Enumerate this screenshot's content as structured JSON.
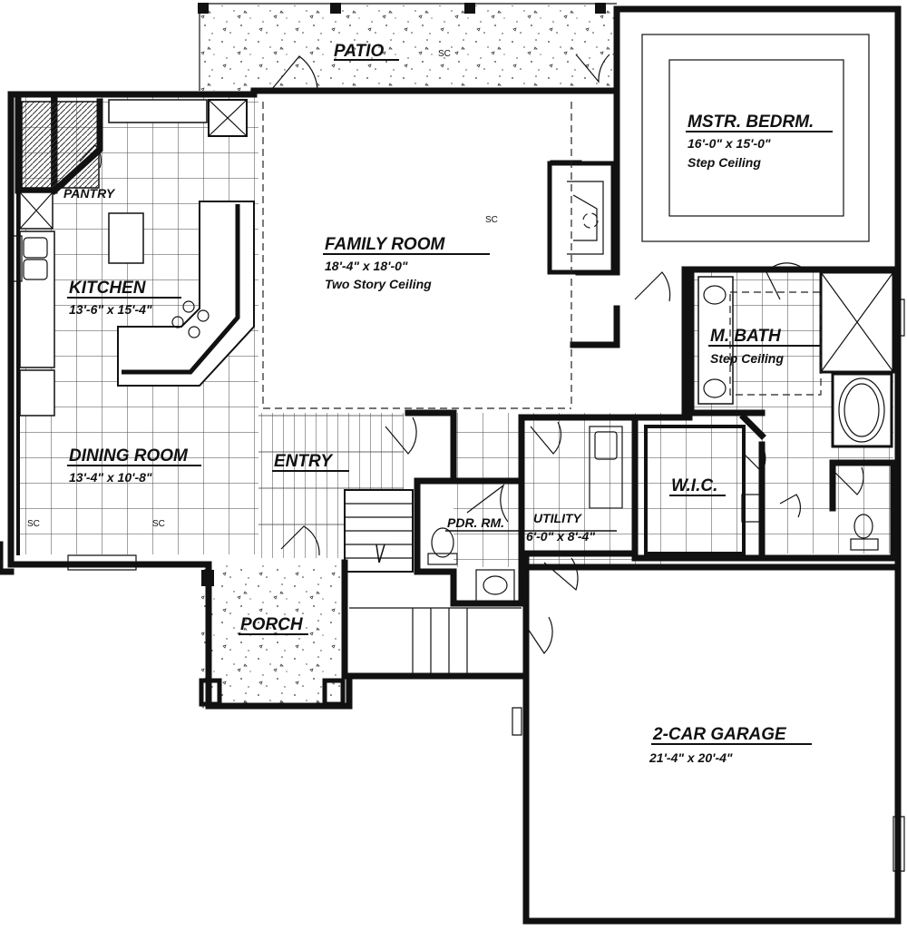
{
  "plan": {
    "rooms": {
      "patio": {
        "name": "PATIO"
      },
      "master": {
        "name": "MSTR. BEDRM.",
        "size": "16'-0\" x 15'-0\"",
        "note": "Step Ceiling"
      },
      "family": {
        "name": "FAMILY ROOM",
        "size": "18'-4\" x 18'-0\"",
        "note": "Two Story Ceiling"
      },
      "pantry": {
        "name": "PANTRY"
      },
      "kitchen": {
        "name": "KITCHEN",
        "size": "13'-6\" x 15'-4\""
      },
      "mbath": {
        "name": "M. BATH",
        "note": "Step Ceiling"
      },
      "dining": {
        "name": "DINING ROOM",
        "size": "13'-4\" x 10'-8\""
      },
      "entry": {
        "name": "ENTRY"
      },
      "wic": {
        "name": "W.I.C."
      },
      "pdr": {
        "name": "PDR. RM."
      },
      "utility": {
        "name": "UTILITY",
        "size": "6'-0\" x 8'-4\""
      },
      "porch": {
        "name": "PORCH"
      },
      "garage": {
        "name": "2-CAR GARAGE",
        "size": "21'-4\" x 20'-4\""
      }
    },
    "sc_mark": "SC",
    "colors": {
      "ink": "#111111",
      "paper": "#ffffff"
    }
  }
}
